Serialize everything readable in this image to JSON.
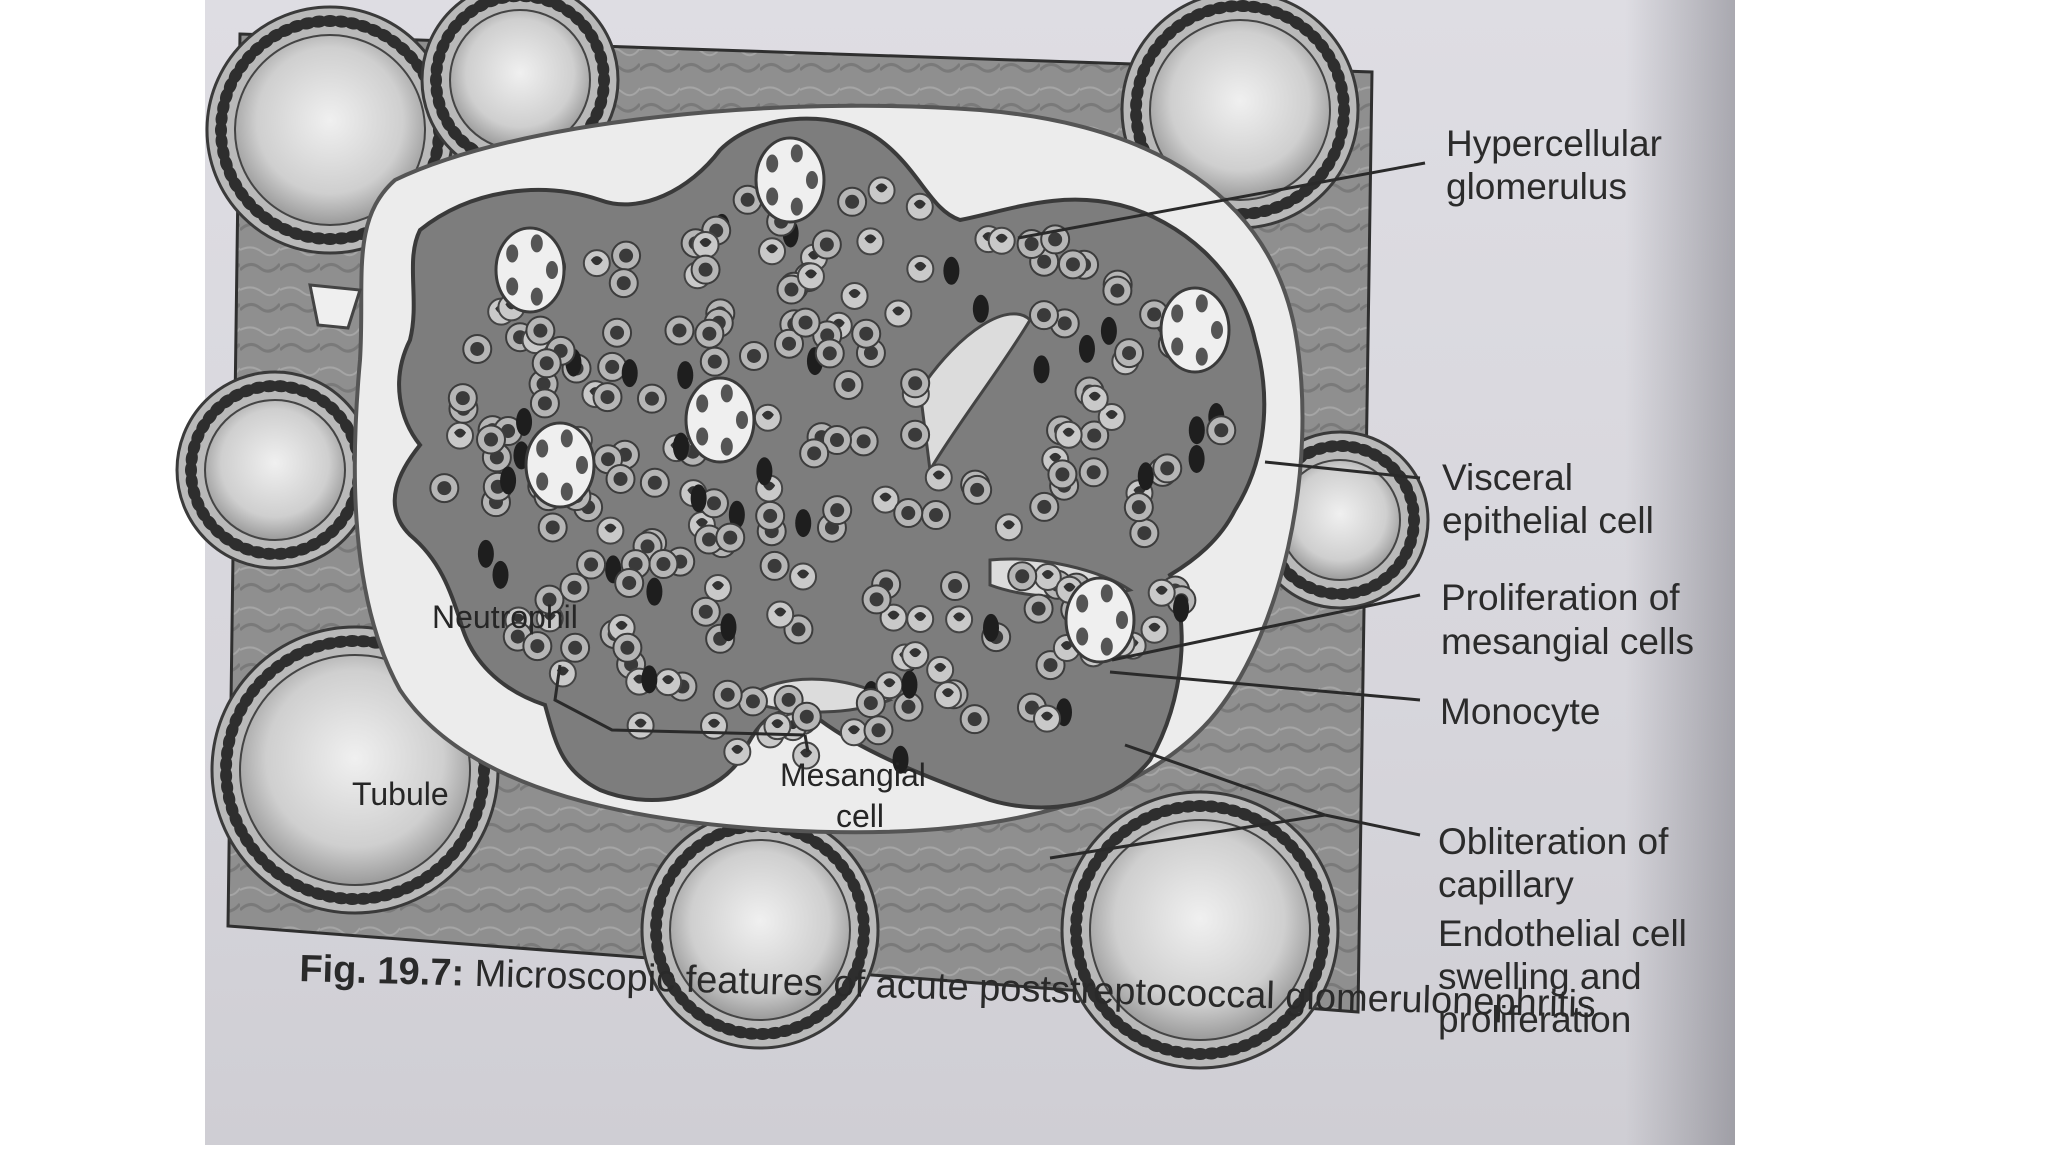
{
  "figure": {
    "caption_prefix": "Fig. 19.7:",
    "caption_text": "Microscopic features of acute poststreptococcal glomerulonephritis",
    "labels_right": {
      "hypercellular_1": "Hypercellular",
      "hypercellular_2": "glomerulus",
      "visceral_1": "Visceral",
      "visceral_2": "epithelial cell",
      "proliferation_1": "Proliferation of",
      "proliferation_2": "mesangial cells",
      "monocyte": "Monocyte",
      "obliteration_1": "Obliteration of",
      "obliteration_2": "capillary",
      "endothelial_1": "Endothelial cell",
      "endothelial_2": "swelling and",
      "endothelial_3": "proliferation"
    },
    "labels_inside": {
      "neutrophil": "Neutrophil",
      "tubule": "Tubule",
      "mesangial_1": "Mesangial",
      "mesangial_2": "cell"
    }
  }
}
